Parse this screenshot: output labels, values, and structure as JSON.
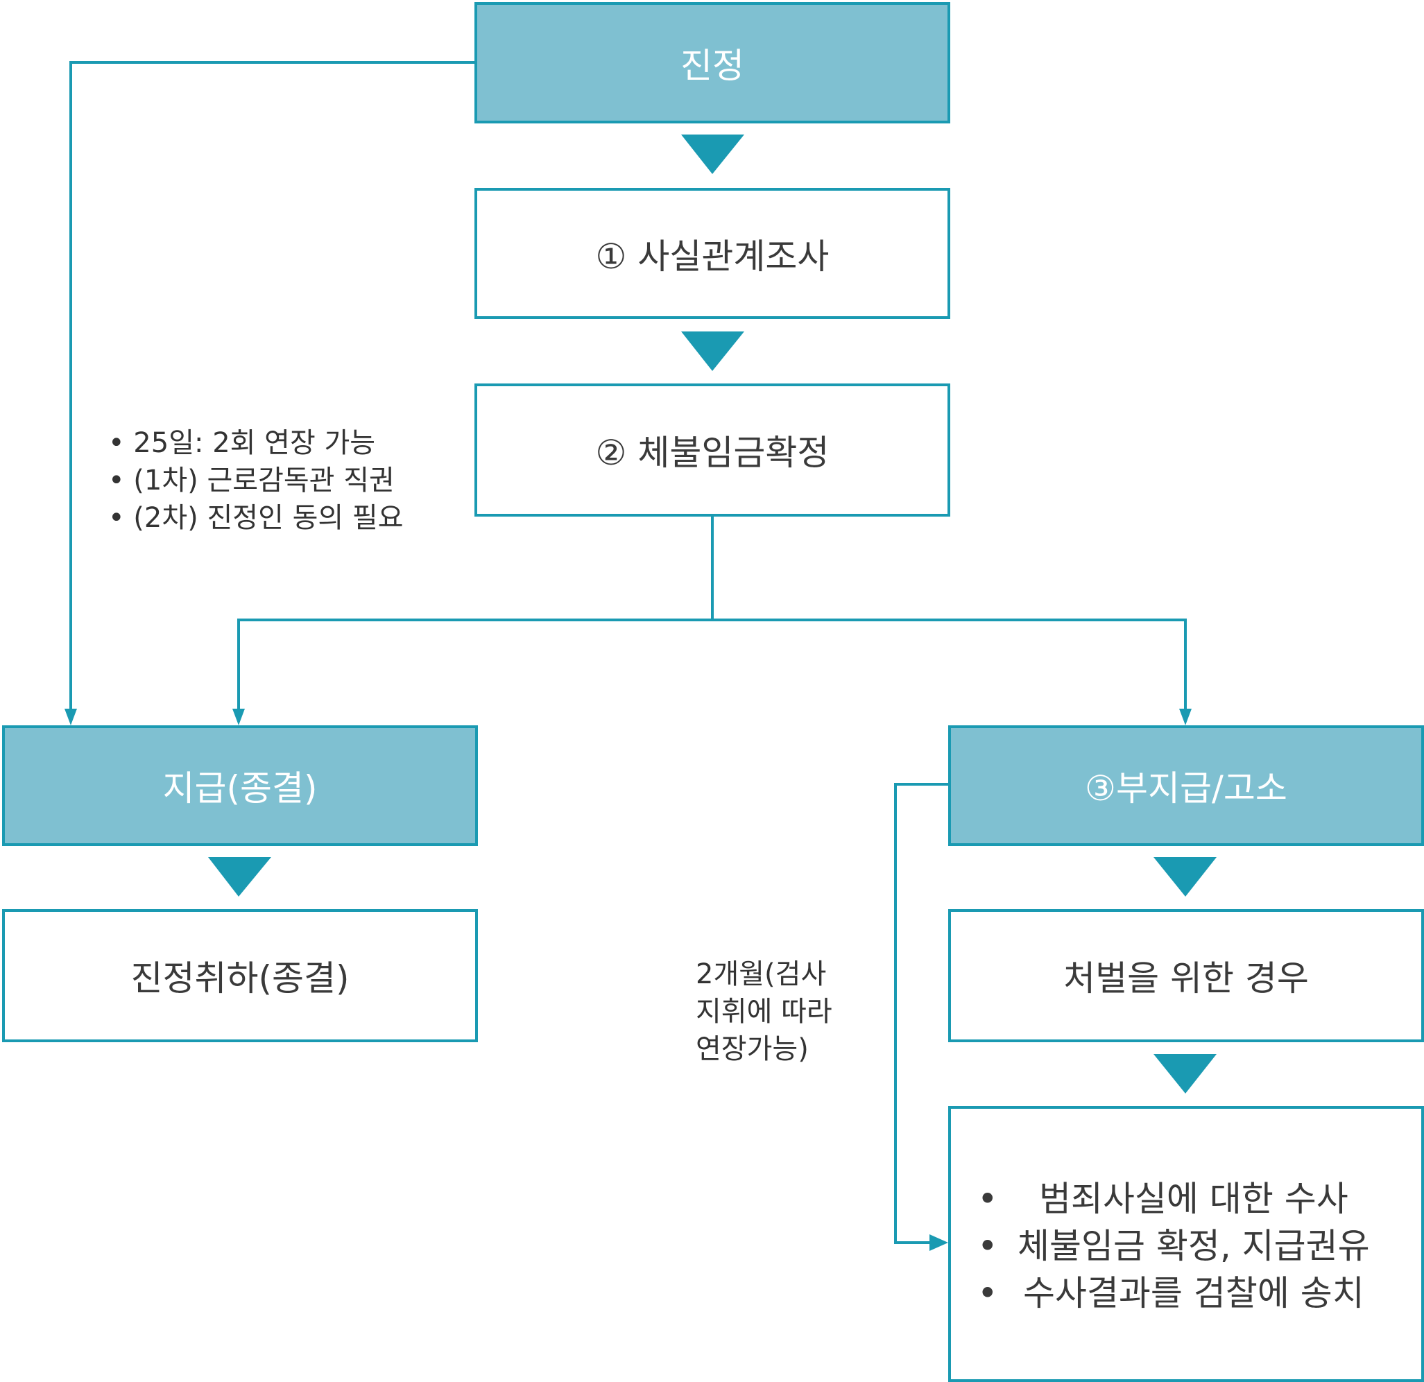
{
  "boxes": {
    "petition": "진정",
    "fact_check": "① 사실관계조사",
    "wage_confirm": "② 체불임금확정",
    "payment": "지급(종결)",
    "withdraw": "진정취하(종결)",
    "nonpayment": "③부지급/고소",
    "punishment": "처벌을 위한 경우"
  },
  "investigation_items": [
    "범죄사실에 대한 수사",
    "체불임금 확정, 지급권유",
    "수사결과를 검찰에 송치"
  ],
  "left_notes": [
    "• 25일: 2회 연장 가능",
    "• (1차) 근로감독관 직권",
    "• (2차) 진정인 동의 필요"
  ],
  "middle_note": [
    "2개월(검사",
    "지휘에 따라",
    "연장가능)"
  ],
  "colors": {
    "line": "#1A9AB2",
    "fill": "#7FC0D1",
    "arrow": "#1A9AB2"
  }
}
